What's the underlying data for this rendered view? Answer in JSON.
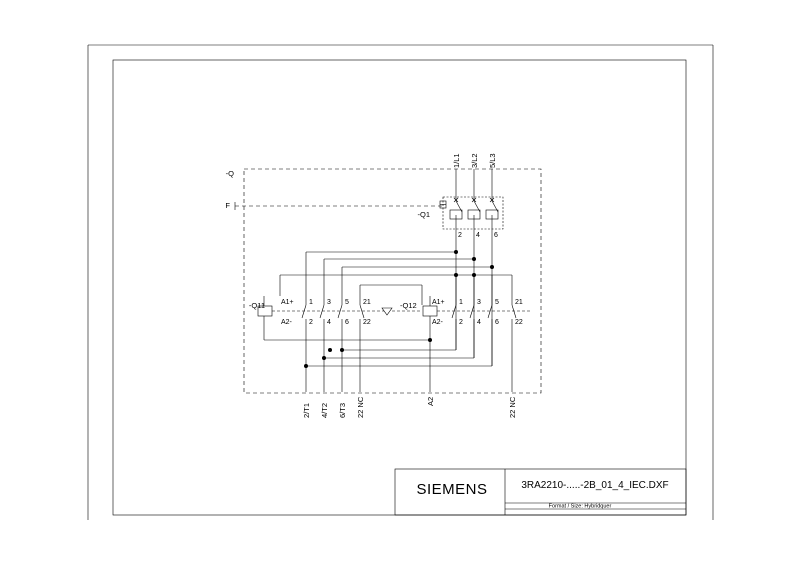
{
  "labels": {
    "q": "-Q",
    "f": "F",
    "q1": "-Q1",
    "q11": "-Q11",
    "q12": "-Q12",
    "a1_plus": "A1+",
    "a2_minus": "A2-",
    "one": "1",
    "two": "2",
    "three": "3",
    "four": "4",
    "five": "5",
    "six": "6",
    "twentyone": "21",
    "twentytwo": "22"
  },
  "supply_terminals": [
    "1/L1",
    "3/L2",
    "5/L3"
  ],
  "output_terminals": [
    "2/T1",
    "4/T2",
    "6/T3",
    "22 NC",
    "A2",
    "22 NC"
  ],
  "title_block": {
    "brand": "SIEMENS",
    "filename": "3RA2210-.....-2B_01_4_IEC.DXF",
    "format": "Format / Size: Hybridquer"
  }
}
